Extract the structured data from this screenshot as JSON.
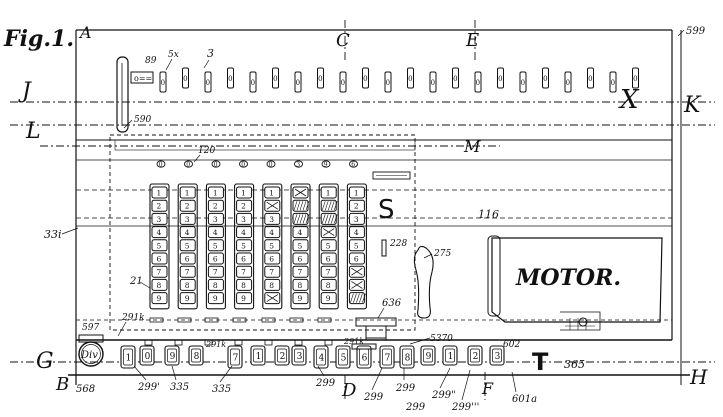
{
  "figure_label": "Fig.1.",
  "section_letters": {
    "A": "A",
    "B": "B",
    "C": "C",
    "D": "D",
    "E": "E",
    "F": "F",
    "G": "G",
    "H": "H",
    "J": "J",
    "K": "K",
    "L": "L",
    "M": "M",
    "S": "S",
    "T": "T",
    "X": "X"
  },
  "motor_label": "MOTOR.",
  "key_button_label": "Div",
  "top_counter": {
    "digits": [
      "0",
      "0",
      "0",
      "0",
      "0",
      "0",
      "0",
      "0",
      "0",
      "0",
      "0",
      "0",
      "0",
      "0",
      "0",
      "0",
      "0",
      "0",
      "0",
      "0",
      "0",
      "0"
    ]
  },
  "setting_dials": {
    "digits": [
      "0",
      "0",
      "0",
      "0",
      "0",
      "3",
      "9",
      "6"
    ]
  },
  "keyboard_column_digits": [
    "1",
    "2",
    "3",
    "4",
    "5",
    "6",
    "7",
    "8",
    "9"
  ],
  "bottom_keys": [
    "1",
    "0",
    "9",
    "8",
    "7",
    "1",
    "2",
    "3",
    "4",
    "5",
    "6",
    "7",
    "8",
    "9",
    "1",
    "2",
    "3"
  ],
  "reference_numerals": {
    "n599": "599",
    "n89": "89",
    "n5x": "5x",
    "n3": "3",
    "n590": "590",
    "n120": "120",
    "n116": "116",
    "n331": "33i",
    "n228": "228",
    "n275": "275",
    "n21": "21",
    "n636": "636",
    "n597": "597",
    "n291k_left": "291k",
    "n291k_mid": "291k",
    "n291k_right": "291k",
    "n5370": "5370",
    "n602": "602",
    "n365": "365",
    "n568": "568",
    "n299p": "299'",
    "n335a": "335",
    "n335b": "335",
    "n299a": "299",
    "n299b": "299",
    "n299c": "299",
    "n299pp": "299\"",
    "n299ppp": "299'''",
    "n601a": "601a"
  }
}
